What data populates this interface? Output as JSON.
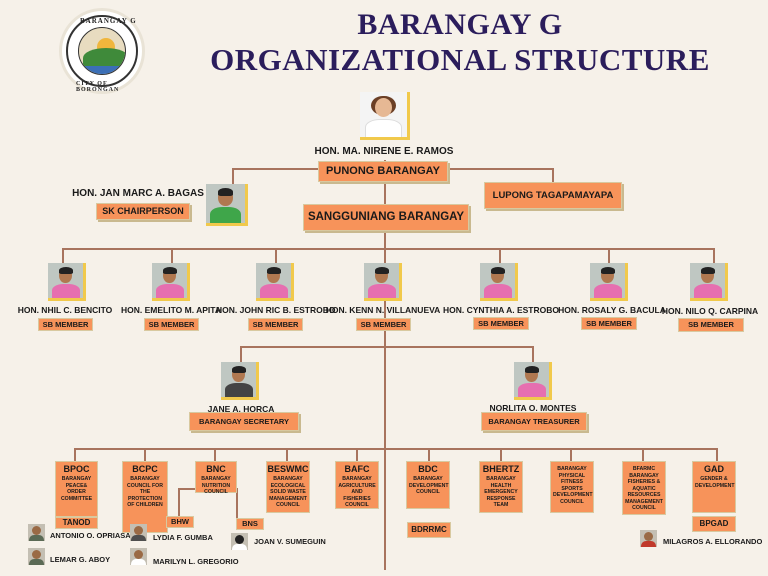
{
  "title": {
    "line1": "BARANGAY G",
    "line2": "ORGANIZATIONAL STRUCTURE"
  },
  "seal": {
    "top_text": "BARANGAY G",
    "bottom_text": "CITY OF BORONGAN"
  },
  "punong": {
    "name": "HON. MA. NIRENE E. RAMOS",
    "position": "PUNONG BARANGAY"
  },
  "lupong": {
    "label": "LUPONG TAGAPAMAYAPA"
  },
  "sk": {
    "name": "HON. JAN MARC A. BAGAS",
    "position": "SK CHAIRPERSON"
  },
  "sangguniang": {
    "label": "SANGGUNIANG BARANGAY"
  },
  "members": [
    {
      "name": "HON. NHIL C. BENCITO",
      "position": "SB MEMBER"
    },
    {
      "name": "HON. EMELITO M. APITA",
      "position": "SB MEMBER"
    },
    {
      "name": "HON. JOHN RIC B. ESTROBO",
      "position": "SB MEMBER"
    },
    {
      "name": "HON. KENN N. VILLANUEVA",
      "position": "SB MEMBER"
    },
    {
      "name": "HON. CYNTHIA A. ESTROBO",
      "position": "SB MEMBER"
    },
    {
      "name": "HON. ROSALY G. BACULA",
      "position": "SB MEMBER"
    },
    {
      "name": "HON. NILO Q. CARPINA",
      "position": "SB MEMBER"
    }
  ],
  "secretary": {
    "name": "JANE A. HORCA",
    "position": "BARANGAY SECRETARY"
  },
  "treasurer": {
    "name": "NORLITA O. MONTES",
    "position": "BARANGAY TREASURER"
  },
  "committees": [
    {
      "code": "BPOC",
      "desc": "BARANGAY PEACE& ORDER COMMITTEE"
    },
    {
      "code": "BCPC",
      "desc": "BARANGAY COUNCIL FOR THE PROTECTION OF CHILDREN"
    },
    {
      "code": "BNC",
      "desc": "BARANGAY NUTRITION COUNCIL"
    },
    {
      "code": "BESWMC",
      "desc": "BARANGAY ECOLOGICAL SOLID WASTE MANAGEMENT COUNCIL"
    },
    {
      "code": "BAFC",
      "desc": "BARANGAY AGRICULTURE AND FISHERIES COUNCIL"
    },
    {
      "code": "BDC",
      "desc": "BARANGAY DEVELOPMENT COUNCIL"
    },
    {
      "code": "BHERTZ",
      "desc": "BARANGAY HEALTH EMERGENCY RESPONSE TEAM"
    },
    {
      "code": "",
      "desc": "BARANGAY PHYSICAL FITNESS SPORTS DEVELOPMENT COUNCIL"
    },
    {
      "code": "",
      "desc": "BFARMC BARANGAY FISHERIES & AQUATIC RESOURCES MANAGEMENT COUNCIL"
    },
    {
      "code": "GAD",
      "desc": "GENDER & DEVELOPMENT"
    }
  ],
  "sub_units": {
    "tanod": "TANOD",
    "bhw": "BHW",
    "bns": "BNS",
    "bdrrmc": "BDRRMC",
    "bpgad": "BPGAD"
  },
  "personnel": {
    "tanod_1": "ANTONIO O. OPRIASA",
    "tanod_2": "LEMAR G. ABOY",
    "bcpc_1": "LYDIA F. GUMBA",
    "bcpc_2": "MARILYN L. GREGORIO",
    "bns_1": "JOAN V. SUMEGUIN",
    "gad_1": "MILAGROS A. ELLORANDO"
  }
}
